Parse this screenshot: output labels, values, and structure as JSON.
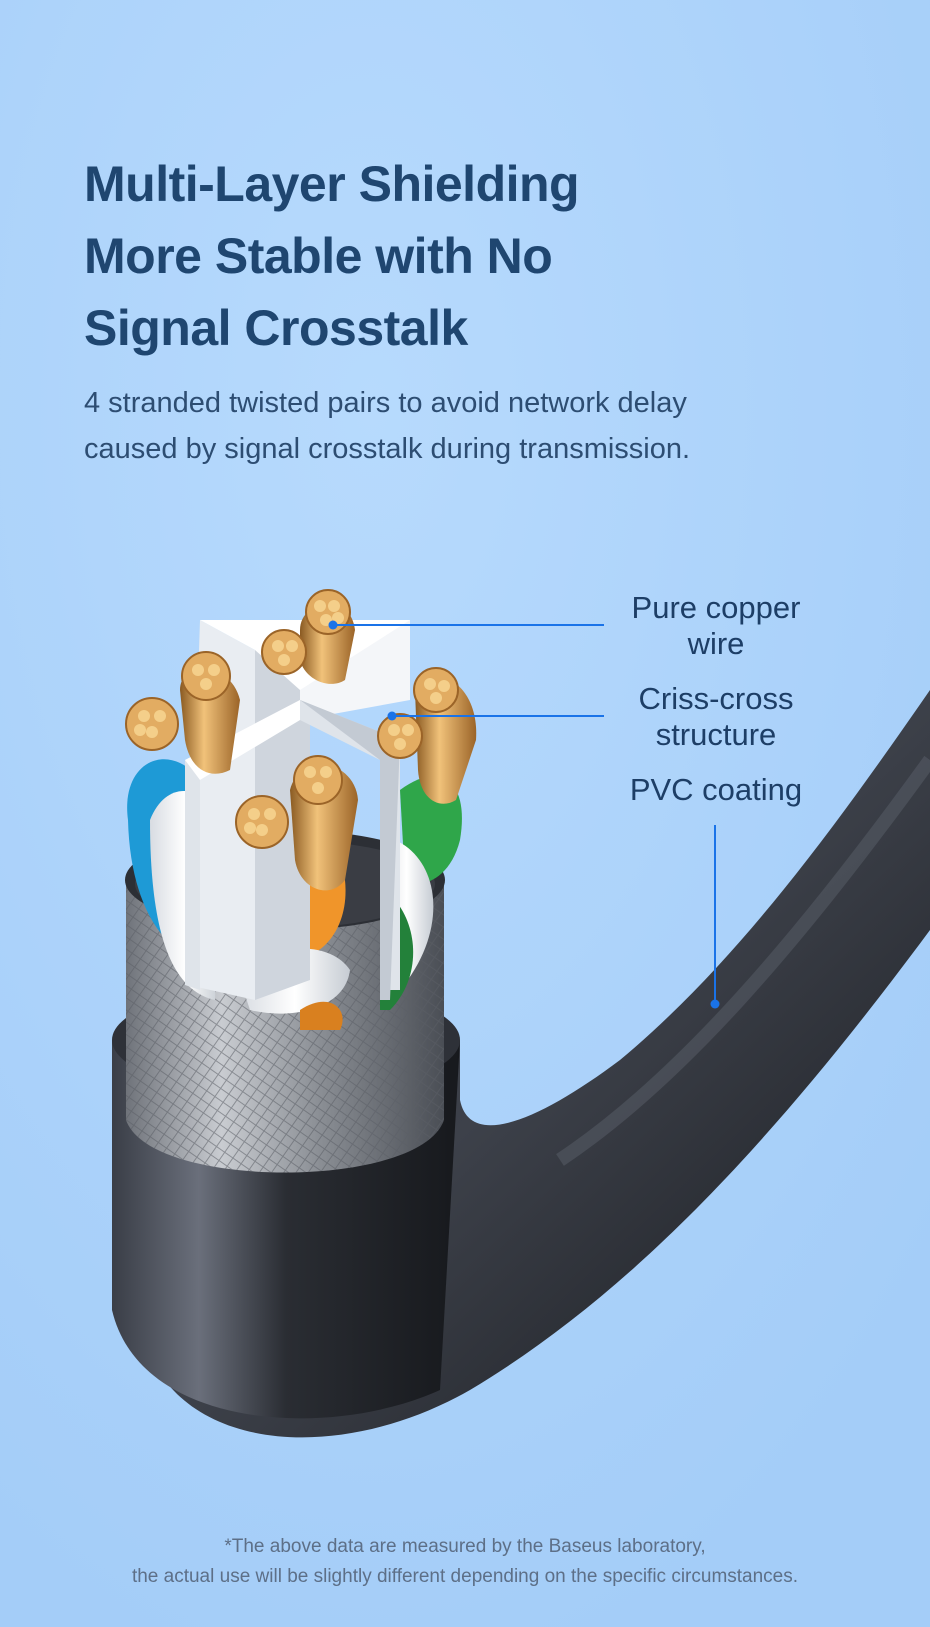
{
  "headline": {
    "line1": "Multi-Layer Shielding",
    "line2": "More Stable with No",
    "line3": "Signal Crosstalk"
  },
  "subtitle": {
    "line1": "4 stranded twisted pairs to avoid network delay",
    "line2": "caused by signal crosstalk during transmission."
  },
  "callouts": {
    "copper": {
      "line1": "Pure copper",
      "line2": "wire"
    },
    "criss": {
      "line1": "Criss-cross",
      "line2": "structure"
    },
    "pvc": {
      "line1": "PVC coating"
    }
  },
  "disclaimer": {
    "line1": "*The above data are measured by the Baseus laboratory,",
    "line2": "the actual use will be slightly different depending on the specific circumstances."
  },
  "colors": {
    "background": "#a8d1fb",
    "heading": "#1f4670",
    "callout_line": "#1a73e8",
    "copper": "#d9a25a",
    "pair_blue": "#1e9ad6",
    "pair_orange": "#f0952a",
    "pair_green": "#2fa64a",
    "jacket": "#2a2d33"
  }
}
